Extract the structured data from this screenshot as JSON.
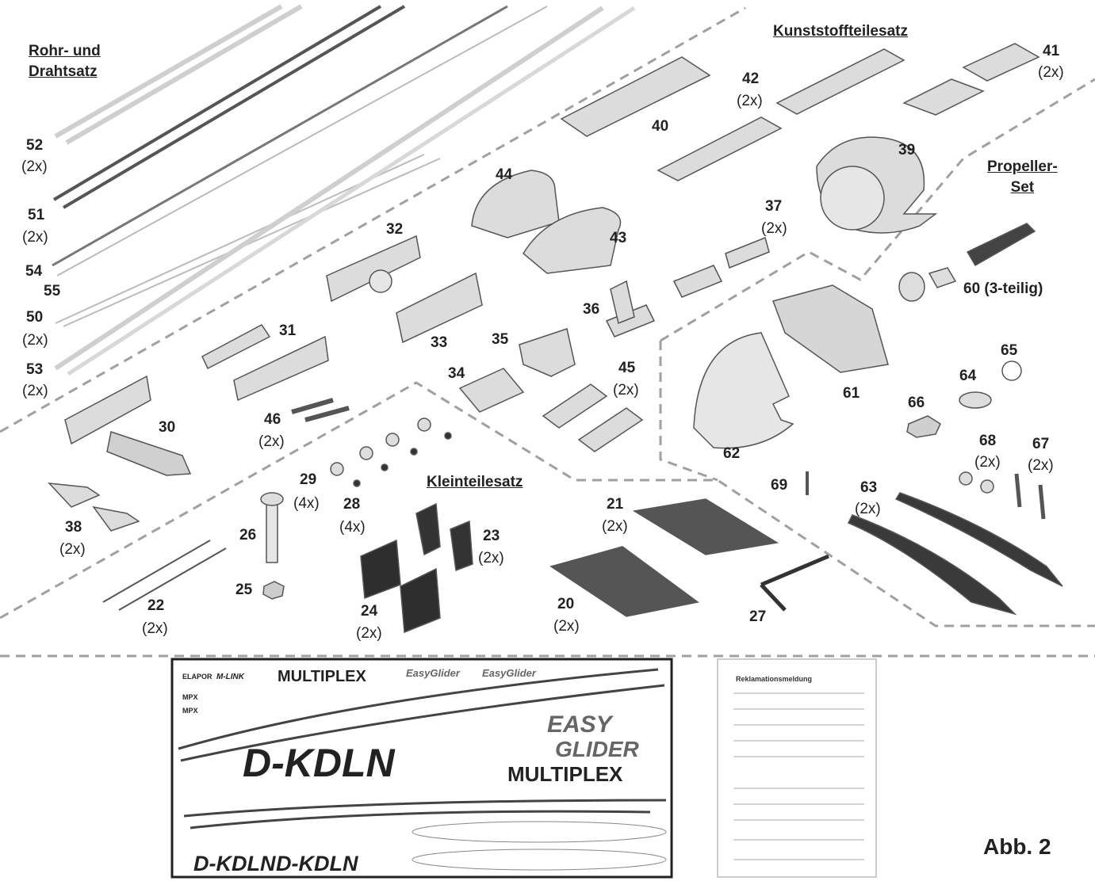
{
  "figure_label": "Abb. 2",
  "groups": {
    "rohr": "Rohr- und\nDrahtsatz",
    "kunststoff": "Kunststoffteilesatz",
    "propeller": "Propeller-\nSet",
    "klein": "Kleinteilesatz"
  },
  "parts": {
    "p52": {
      "num": "52",
      "qty": "(2x)"
    },
    "p51": {
      "num": "51",
      "qty": "(2x)"
    },
    "p54": {
      "num": "54"
    },
    "p55": {
      "num": "55"
    },
    "p50": {
      "num": "50",
      "qty": "(2x)"
    },
    "p53": {
      "num": "53",
      "qty": "(2x)"
    },
    "p30": {
      "num": "30"
    },
    "p31": {
      "num": "31"
    },
    "p32": {
      "num": "32"
    },
    "p33": {
      "num": "33"
    },
    "p34": {
      "num": "34"
    },
    "p35": {
      "num": "35"
    },
    "p36": {
      "num": "36"
    },
    "p37": {
      "num": "37",
      "qty": "(2x)"
    },
    "p38": {
      "num": "38",
      "qty": "(2x)"
    },
    "p39": {
      "num": "39"
    },
    "p40": {
      "num": "40"
    },
    "p41": {
      "num": "41",
      "qty": "(2x)"
    },
    "p42": {
      "num": "42",
      "qty": "(2x)"
    },
    "p43": {
      "num": "43"
    },
    "p44": {
      "num": "44"
    },
    "p45": {
      "num": "45",
      "qty": "(2x)"
    },
    "p46": {
      "num": "46",
      "qty": "(2x)"
    },
    "p60": {
      "num": "60 (3-teilig)"
    },
    "p61": {
      "num": "61"
    },
    "p62": {
      "num": "62"
    },
    "p63": {
      "num": "63",
      "qty": "(2x)"
    },
    "p64": {
      "num": "64"
    },
    "p65": {
      "num": "65"
    },
    "p66": {
      "num": "66"
    },
    "p67": {
      "num": "67",
      "qty": "(2x)"
    },
    "p68": {
      "num": "68",
      "qty": "(2x)"
    },
    "p69": {
      "num": "69"
    },
    "p29": {
      "num": "29",
      "qty": "(4x)"
    },
    "p28": {
      "num": "28",
      "qty": "(4x)"
    },
    "p26": {
      "num": "26"
    },
    "p25": {
      "num": "25"
    },
    "p22": {
      "num": "22",
      "qty": "(2x)"
    },
    "p23": {
      "num": "23",
      "qty": "(2x)"
    },
    "p24": {
      "num": "24",
      "qty": "(2x)"
    },
    "p21": {
      "num": "21",
      "qty": "(2x)"
    },
    "p20": {
      "num": "20",
      "qty": "(2x)"
    },
    "p27": {
      "num": "27"
    }
  },
  "decal": {
    "multiplex_1": "MULTIPLEX",
    "multiplex_2": "MULTIPLEX",
    "reg_large": "D-KDLN",
    "reg_small_1": "D-KDLN",
    "reg_small_2": "D-KDLN",
    "easy": "EASY",
    "glider": "GLIDER",
    "easyglider_1": "EasyGlider",
    "easyglider_2": "EasyGlider",
    "elapor": "ELAPOR",
    "mlink": "M-LINK",
    "mpx_1": "MPX",
    "mpx_2": "MPX"
  },
  "form": {
    "title": "Reklamationsmeldung"
  },
  "colors": {
    "line": "#555555",
    "part_fill": "#d9d9d9",
    "dark_part": "#3a3a3a",
    "dash": "#999999"
  }
}
